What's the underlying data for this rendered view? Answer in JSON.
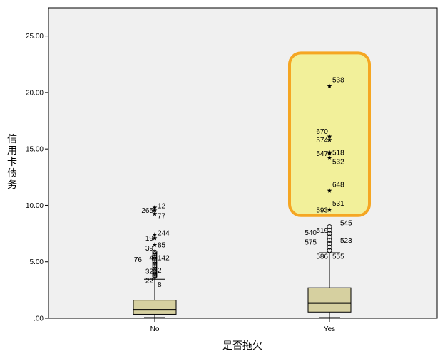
{
  "chart_data": {
    "type": "boxplot",
    "xlabel": "是否拖欠",
    "ylabel": "信用卡债务",
    "ylim": [
      0,
      27.5
    ],
    "yticks": [
      ".00",
      "5.00",
      "10.00",
      "15.00",
      "20.00",
      "25.00"
    ],
    "grid": false,
    "categories": [
      "No",
      "Yes"
    ],
    "colors": {
      "plot_bg": "#f0f0f0",
      "box_fill": "#d6d0a0",
      "highlight_fill": "#f2f09a",
      "highlight_stroke": "#f5a623"
    },
    "boxes": [
      {
        "category": "No",
        "whisker_low": 0.0,
        "q1": 0.35,
        "median": 0.75,
        "q3": 1.6,
        "whisker_high": 3.45
      },
      {
        "category": "Yes",
        "whisker_low": 0.0,
        "q1": 0.55,
        "median": 1.35,
        "q3": 2.7,
        "whisker_high": 5.8
      }
    ],
    "outliers": [
      {
        "category": "No",
        "kind": "circle",
        "values": [
          3.7,
          3.8,
          3.9,
          4.0,
          4.1,
          4.2,
          4.35,
          4.5,
          4.65,
          4.8,
          4.95,
          5.1,
          5.25,
          5.4,
          5.55,
          5.7,
          5.85
        ]
      },
      {
        "category": "Yes",
        "kind": "circle",
        "values": [
          6.0,
          6.3,
          6.6,
          6.9,
          7.2,
          7.5,
          7.8,
          8.1
        ]
      }
    ],
    "labeled_points": [
      {
        "category": "No",
        "kind": "star",
        "value": 9.8,
        "label": "12",
        "side": "right",
        "dy": -2.5
      },
      {
        "category": "No",
        "kind": "star",
        "value": 9.55,
        "label": "265",
        "side": "left",
        "dy": 0
      },
      {
        "category": "No",
        "kind": "star",
        "value": 9.25,
        "label": "77",
        "side": "right",
        "dy": 2.5
      },
      {
        "category": "No",
        "kind": "star",
        "value": 7.4,
        "label": "244",
        "side": "right",
        "dy": -2.5
      },
      {
        "category": "No",
        "kind": "star",
        "value": 7.1,
        "label": "19",
        "side": "left",
        "dy": 0
      },
      {
        "category": "No",
        "kind": "star",
        "value": 6.5,
        "label": "85",
        "side": "right",
        "dy": 0
      },
      {
        "category": "No",
        "kind": "none",
        "value": 6.2,
        "label": "39",
        "side": "left",
        "dy": 0
      },
      {
        "category": "No",
        "kind": "none",
        "value": 5.35,
        "label": "142",
        "side": "right",
        "dy": 0
      },
      {
        "category": "No",
        "kind": "none",
        "value": 5.35,
        "label": "4",
        "side": "left",
        "dy": 0
      },
      {
        "category": "No",
        "kind": "none",
        "value": 5.2,
        "label": "76",
        "side": "far-left",
        "dy": 0
      },
      {
        "category": "No",
        "kind": "none",
        "value": 4.25,
        "label": "2",
        "side": "right",
        "dy": 0
      },
      {
        "category": "No",
        "kind": "none",
        "value": 4.15,
        "label": "32",
        "side": "left",
        "dy": 0
      },
      {
        "category": "No",
        "kind": "none",
        "value": 3.35,
        "label": "22",
        "side": "left",
        "dy": 0
      },
      {
        "category": "No",
        "kind": "none",
        "value": 3.0,
        "label": "8",
        "side": "right",
        "dy": 0
      },
      {
        "category": "Yes",
        "kind": "star",
        "value": 20.55,
        "label": "538",
        "side": "right",
        "dy": -9
      },
      {
        "category": "Yes",
        "kind": "star",
        "value": 16.1,
        "label": "670",
        "side": "left",
        "dy": -7
      },
      {
        "category": "Yes",
        "kind": "star",
        "value": 15.8,
        "label": "574",
        "side": "left",
        "dy": 0
      },
      {
        "category": "Yes",
        "kind": "star",
        "value": 14.7,
        "label": "518",
        "side": "right",
        "dy": 0
      },
      {
        "category": "Yes",
        "kind": "star",
        "value": 14.6,
        "label": "547",
        "side": "left",
        "dy": 0
      },
      {
        "category": "Yes",
        "kind": "star",
        "value": 14.2,
        "label": "532",
        "side": "right",
        "dy": 5
      },
      {
        "category": "Yes",
        "kind": "star",
        "value": 11.3,
        "label": "648",
        "side": "right",
        "dy": -9
      },
      {
        "category": "Yes",
        "kind": "none",
        "value": 10.2,
        "label": "531",
        "side": "right",
        "dy": 0
      },
      {
        "category": "Yes",
        "kind": "star",
        "value": 9.6,
        "label": "593",
        "side": "left",
        "dy": 0
      },
      {
        "category": "Yes",
        "kind": "none",
        "value": 8.45,
        "label": "545",
        "side": "far-right",
        "dy": 0
      },
      {
        "category": "Yes",
        "kind": "none",
        "value": 7.8,
        "label": "519",
        "side": "left",
        "dy": 0
      },
      {
        "category": "Yes",
        "kind": "none",
        "value": 7.6,
        "label": "540",
        "side": "far-left",
        "dy": 0
      },
      {
        "category": "Yes",
        "kind": "none",
        "value": 6.9,
        "label": "523",
        "side": "far-right",
        "dy": 0
      },
      {
        "category": "Yes",
        "kind": "none",
        "value": 6.75,
        "label": "575",
        "side": "far-left",
        "dy": 0
      },
      {
        "category": "Yes",
        "kind": "none",
        "value": 5.5,
        "label": "586",
        "side": "left",
        "dy": 0
      },
      {
        "category": "Yes",
        "kind": "none",
        "value": 5.5,
        "label": "555",
        "side": "right",
        "dy": 0
      }
    ],
    "highlight": {
      "category": "Yes",
      "from": 9.1,
      "to": 23.5
    }
  }
}
